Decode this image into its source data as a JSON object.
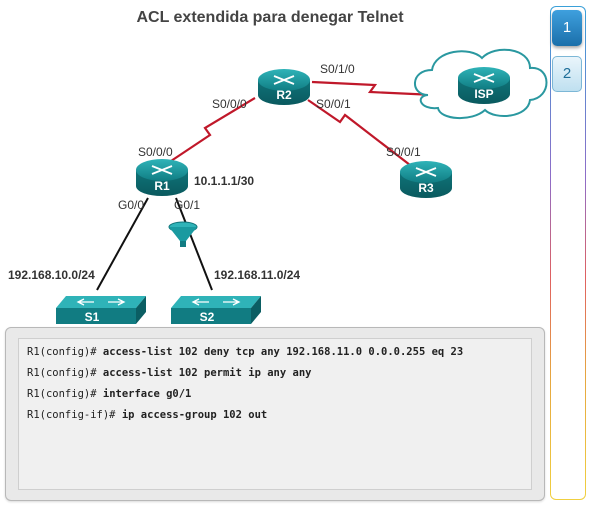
{
  "title": "ACL extendida para denegar Telnet",
  "devices": {
    "r1": "R1",
    "r2": "R2",
    "r3": "R3",
    "isp": "ISP",
    "s1": "S1",
    "s2": "S2"
  },
  "interfaces": {
    "r2_s010": "S0/1/0",
    "r2_s000": "S0/0/0",
    "r2_s001": "S0/0/1",
    "r1_s000": "S0/0/0",
    "r1_g00": "G0/0",
    "r1_g01": "G0/1",
    "r3_s001": "S0/0/1"
  },
  "addresses": {
    "r1_ip": "10.1.1.1/30",
    "lan1": "192.168.10.0/24",
    "lan2": "192.168.11.0/24"
  },
  "steps": {
    "active": "1",
    "next": "2"
  },
  "cli": [
    {
      "prompt": "R1(config)#",
      "command": "access-list 102 deny tcp any 192.168.11.0 0.0.0.255 eq 23"
    },
    {
      "prompt": "R1(config)#",
      "command": "access-list 102 permit ip any any"
    },
    {
      "prompt": "R1(config)#",
      "command": "interface g0/1"
    },
    {
      "prompt": "R1(config-if)#",
      "command": "ip access-group 102 out"
    }
  ],
  "colors": {
    "device_teal": "#137e84",
    "serial_link": "#c0182a",
    "ethernet_link": "#111111",
    "step_active": "#1f7ec0"
  }
}
